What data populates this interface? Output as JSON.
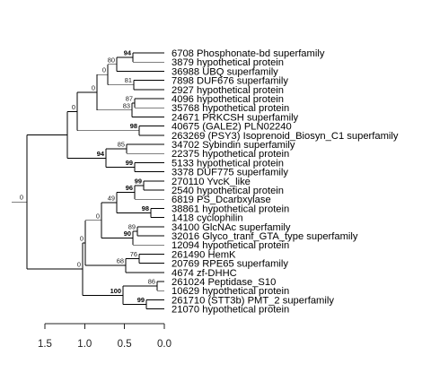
{
  "tree": {
    "leaves": [
      "6708 Phosphonate-bd superfamily",
      "3879 hypothetical protein",
      "36988 UBQ superfamily",
      "7898 DUF676 superfamily",
      "2927 hypothetical protein",
      "4096 hypothetical protein",
      "35768 hypothetical protein",
      "24671 PRKCSH superfamily",
      "40675 (GALE2) PLN02240",
      "263269 (PSY3) Isoprenoid_Biosyn_C1 superfamily",
      "34702 Sybindin superfamily",
      "22375 hypothetical protein",
      "5133 hypothetical protein",
      "3378 DUF775 superfamily",
      "270110 YvcK_like",
      "2540 hypothetical protein",
      "6819 PS_Dcarbxylase",
      "38861 hypothetical protein",
      "1418 cyclophilin",
      "34100 GlcNAc superfamily",
      "32016 Glyco_tranf_GTA_type superfamily",
      "12094 hypothetical protein",
      "261490 HemK",
      "20769 RPE65 superfamily",
      "4674 zf-DHHC",
      "261024 Peptidase_S10",
      "10629 hypothetical protein",
      "261710 (STT3b) PMT_2 superfamily",
      "21070 hypothetical protein"
    ],
    "support_values": {
      "n_3879_6708": "94",
      "n_3879_group": "80",
      "n_3879_2927": "0",
      "n_7898_2927": "81",
      "n_4096_35768": "87",
      "n_4096_24671": "83",
      "n_top_upper": "0",
      "n_40675_263269": "98",
      "n_upper": "0",
      "n_34702_22375": "85",
      "n_5133_3378": "99",
      "n_sybindin_duf775": "94",
      "n_270110_2540": "99",
      "n_270110_6819": "96",
      "n_yvck_cyclo": "49",
      "n_38861_1418": "98",
      "n_34100_32016": "89",
      "n_34100_12094": "90",
      "n_mid": "0",
      "n_261490_20769": "76",
      "n_hemk_dhhc": "68",
      "n_mid_lower": "0",
      "n_261024_10629": "86",
      "n_261710_21070": "99",
      "n_peptidase_stt3": "100",
      "n_lower": "0",
      "n_root": "0"
    },
    "bold_support": [
      "94",
      "98",
      "99",
      "96",
      "90",
      "100"
    ]
  },
  "axis": {
    "ticks": [
      "1.5",
      "1.0",
      "0.5",
      "0.0"
    ],
    "values": [
      1.5,
      1.0,
      0.5,
      0.0
    ]
  }
}
